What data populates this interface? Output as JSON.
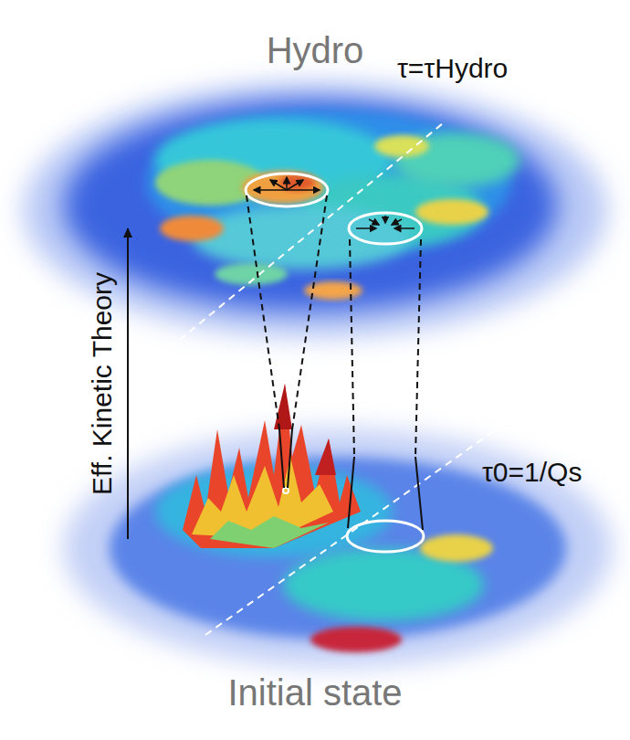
{
  "diagram": {
    "nodes": [
      {
        "text": [
          "Hydro"
        ]
      },
      {
        "text": [
          "Initial state"
        ]
      }
    ],
    "edges": [
      {
        "from": 1,
        "to": 0,
        "arrow": "to",
        "label": "Eff. Kinetic Theory"
      }
    ],
    "labels": [
      "τ=τHydro",
      "τ0=1/Qs"
    ]
  }
}
